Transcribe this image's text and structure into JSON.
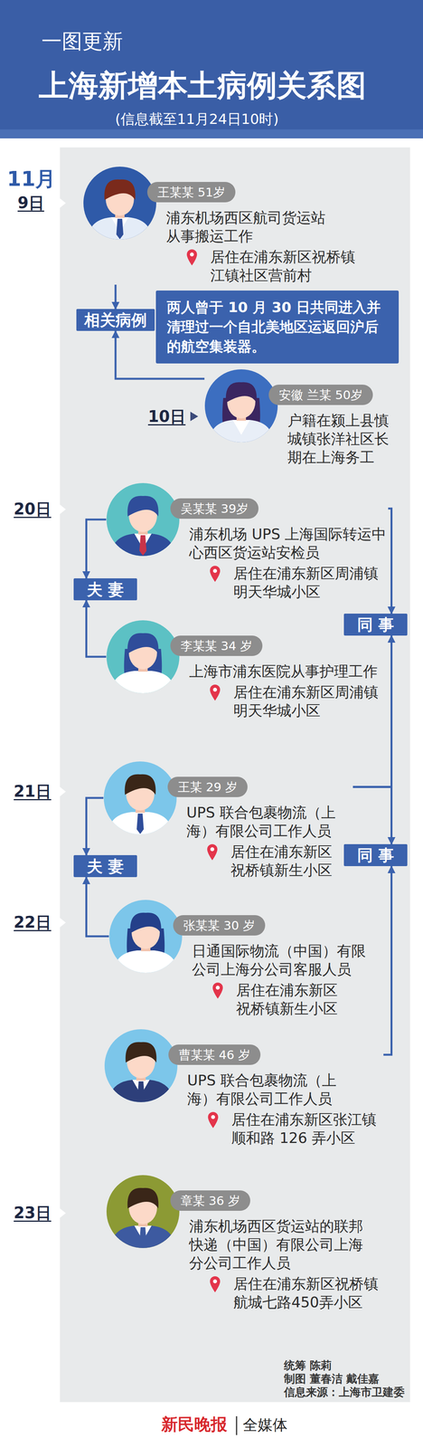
{
  "diagram": {
    "title": "上海新增本土病例关系图",
    "caption": "(信息截至11月24日10时)",
    "nodes": [
      {
        "text": [
          "王某某 51岁",
          "浦东机场西区航司货运站从事搬运工作",
          "居住在浦东新区祝桥镇江镇社区营前村"
        ]
      },
      {
        "text": [
          "相关病例"
        ]
      },
      {
        "text": [
          "两人曾于 10 月 30 日共同进入并清理过一个自北美地区运返回沪后的航空集装器。"
        ]
      },
      {
        "text": [
          "安徽 兰某 50岁",
          "户籍在颍上县慎城镇张洋社区长期在上海务工"
        ]
      },
      {
        "text": [
          "吴某某 39岁",
          "浦东机场 UPS 上海国际转运中心西区货运站安检员",
          "居住在浦东新区周浦镇明天华城小区"
        ]
      },
      {
        "text": [
          "夫妻"
        ]
      },
      {
        "text": [
          "同事"
        ]
      },
      {
        "text": [
          "李某某 34 岁",
          "上海市浦东医院从事护理工作",
          "居住在浦东新区周浦镇明天华城小区"
        ]
      },
      {
        "text": [
          "王某 29 岁",
          "UPS 联合包裹物流（上海）有限公司工作人员",
          "居住在浦东新区祝桥镇新生小区"
        ]
      },
      {
        "text": [
          "夫妻"
        ]
      },
      {
        "text": [
          "同事"
        ]
      },
      {
        "text": [
          "张某某 30 岁",
          "日通国际物流（中国）有限公司上海分公司客服人员",
          "居住在浦东新区祝桥镇新生小区"
        ]
      },
      {
        "text": [
          "曹某某 46 岁",
          "UPS 联合包裹物流（上海）有限公司工作人员",
          "居住在浦东新区张江镇顺和路 126 弄小区"
        ]
      },
      {
        "text": [
          "章某 36 岁",
          "浦东机场西区货运站的联邦快递（中国）有限公司上海分公司工作人员",
          "居住在浦东新区祝桥镇航城七路450弄小区"
        ]
      }
    ],
    "edges": [
      {
        "from": 0,
        "to": 1,
        "arrow": "to"
      },
      {
        "from": 3,
        "to": 1,
        "arrow": "to"
      },
      {
        "from": 4,
        "to": 5,
        "arrow": "to"
      },
      {
        "from": 7,
        "to": 5,
        "arrow": "to"
      },
      {
        "from": 4,
        "to": 6,
        "arrow": "to"
      },
      {
        "from": 8,
        "to": 9,
        "arrow": "to"
      },
      {
        "from": 11,
        "to": 9,
        "arrow": "to"
      },
      {
        "from": 8,
        "to": 6,
        "arrow": "to"
      },
      {
        "from": 8,
        "to": 10,
        "arrow": "to"
      },
      {
        "from": 12,
        "to": 10,
        "arrow": "to"
      }
    ],
    "labels": [
      "一图更新",
      "11月",
      "9日",
      "10日",
      "20日",
      "21日",
      "22日",
      "23日",
      "统筹 陈莉",
      "制图 董春洁 戴佳嘉",
      "信息来源：上海市卫建委",
      "新民晚报",
      "全媒体"
    ]
  }
}
